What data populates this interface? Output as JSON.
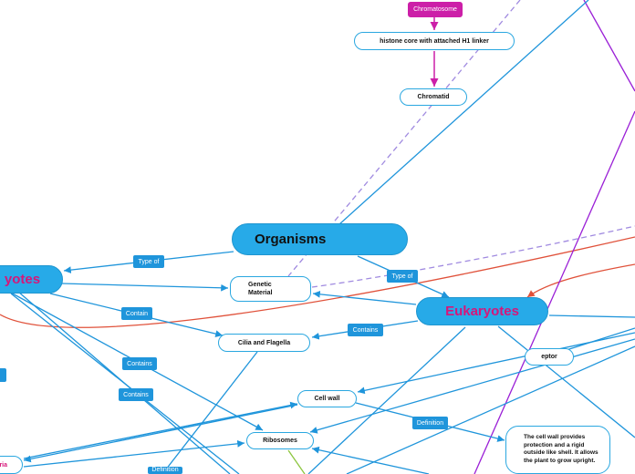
{
  "nodes": {
    "organisms": "Organisms",
    "prokaryotes": "yotes",
    "eukaryotes": "Eukaryotes",
    "chromatosome": "Chromatosome",
    "histone": "histone core with attached H1 linker",
    "chromatid": "Chromatid",
    "genetic": "Genetic\nMaterial",
    "cilia": "Cilia and Flagella",
    "receptor": "eptor",
    "cellwall": "Cell wall",
    "ribosomes": "Ribosomes",
    "cellwall_def": "The cell wall provides protection and a rigid outside like shell. It allows the plant to grow upright.",
    "bacteria": "ria"
  },
  "tags": {
    "typeof_left": "Type of",
    "typeof_right": "Type of",
    "contain": "Contain",
    "contains_euk": "Contains",
    "contains_a": "Contains",
    "contains_b": "Contains",
    "definition_cw": "Definition",
    "definition_bottom": "Definition"
  },
  "colors": {
    "accent": "#27aae8",
    "line_blue": "#1f95db",
    "magenta": "#cc1fa8",
    "pink_text": "#d6177a",
    "red_line": "#e0513a",
    "purple_line": "#9a1fd6",
    "dashed_line": "#a08ae0",
    "green_line": "#8cc63f"
  }
}
